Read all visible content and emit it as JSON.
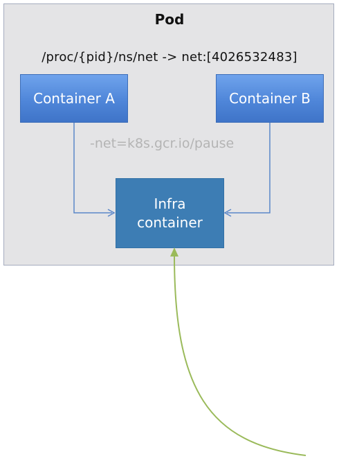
{
  "pod": {
    "title": "Pod",
    "namespace_path": "/proc/{pid}/ns/net -> net:[4026532483]"
  },
  "containers": {
    "a_label": "Container A",
    "b_label": "Container B"
  },
  "net_argument": "-net=k8s.gcr.io/pause",
  "infra": {
    "line1": "Infra",
    "line2": "container"
  },
  "colors": {
    "pod_fill": "#e4e4e6",
    "container_fill": "#4f86d9",
    "infra_fill": "#3d7db4",
    "arrow_blue": "#5a86c8",
    "arrow_green": "#9aba5a"
  }
}
